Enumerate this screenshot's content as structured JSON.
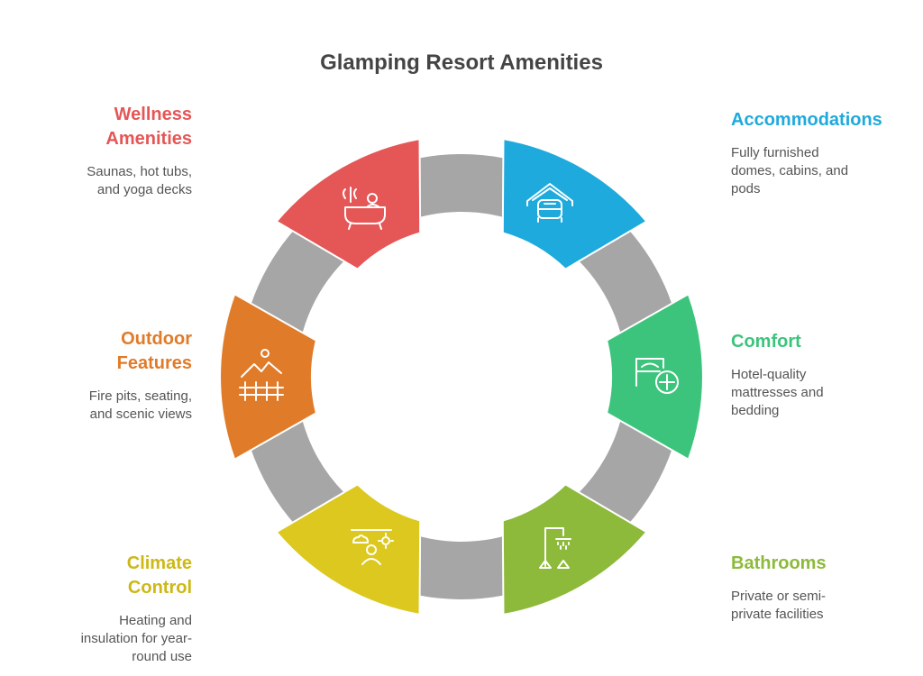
{
  "title": "Glamping Resort Amenities",
  "ring_color": "#a6a6a6",
  "segments": [
    {
      "title": "Accommodations",
      "description": "Fully furnished\ndomes, cabins, and\npods",
      "color": "#1eaadc",
      "icon": "house-bed-icon"
    },
    {
      "title": "Comfort",
      "description": "Hotel-quality\nmattresses and\nbedding",
      "color": "#3cc47c",
      "icon": "bed-plus-icon"
    },
    {
      "title": "Bathrooms",
      "description": "Private or semi-\nprivate facilities",
      "color": "#8dba3a",
      "icon": "shower-icon"
    },
    {
      "title": "Climate\nControl",
      "description": "Heating and\ninsulation for year-\nround use",
      "color": "#dcc81e",
      "icon": "person-sun-cloud-icon"
    },
    {
      "title": "Outdoor\nFeatures",
      "description": "Fire pits, seating,\nand scenic views",
      "color": "#e07b2a",
      "icon": "mountain-fence-icon"
    },
    {
      "title": "Wellness\nAmenities",
      "description": "Saunas, hot tubs,\nand yoga decks",
      "color": "#e55656",
      "icon": "bathtub-icon"
    }
  ]
}
